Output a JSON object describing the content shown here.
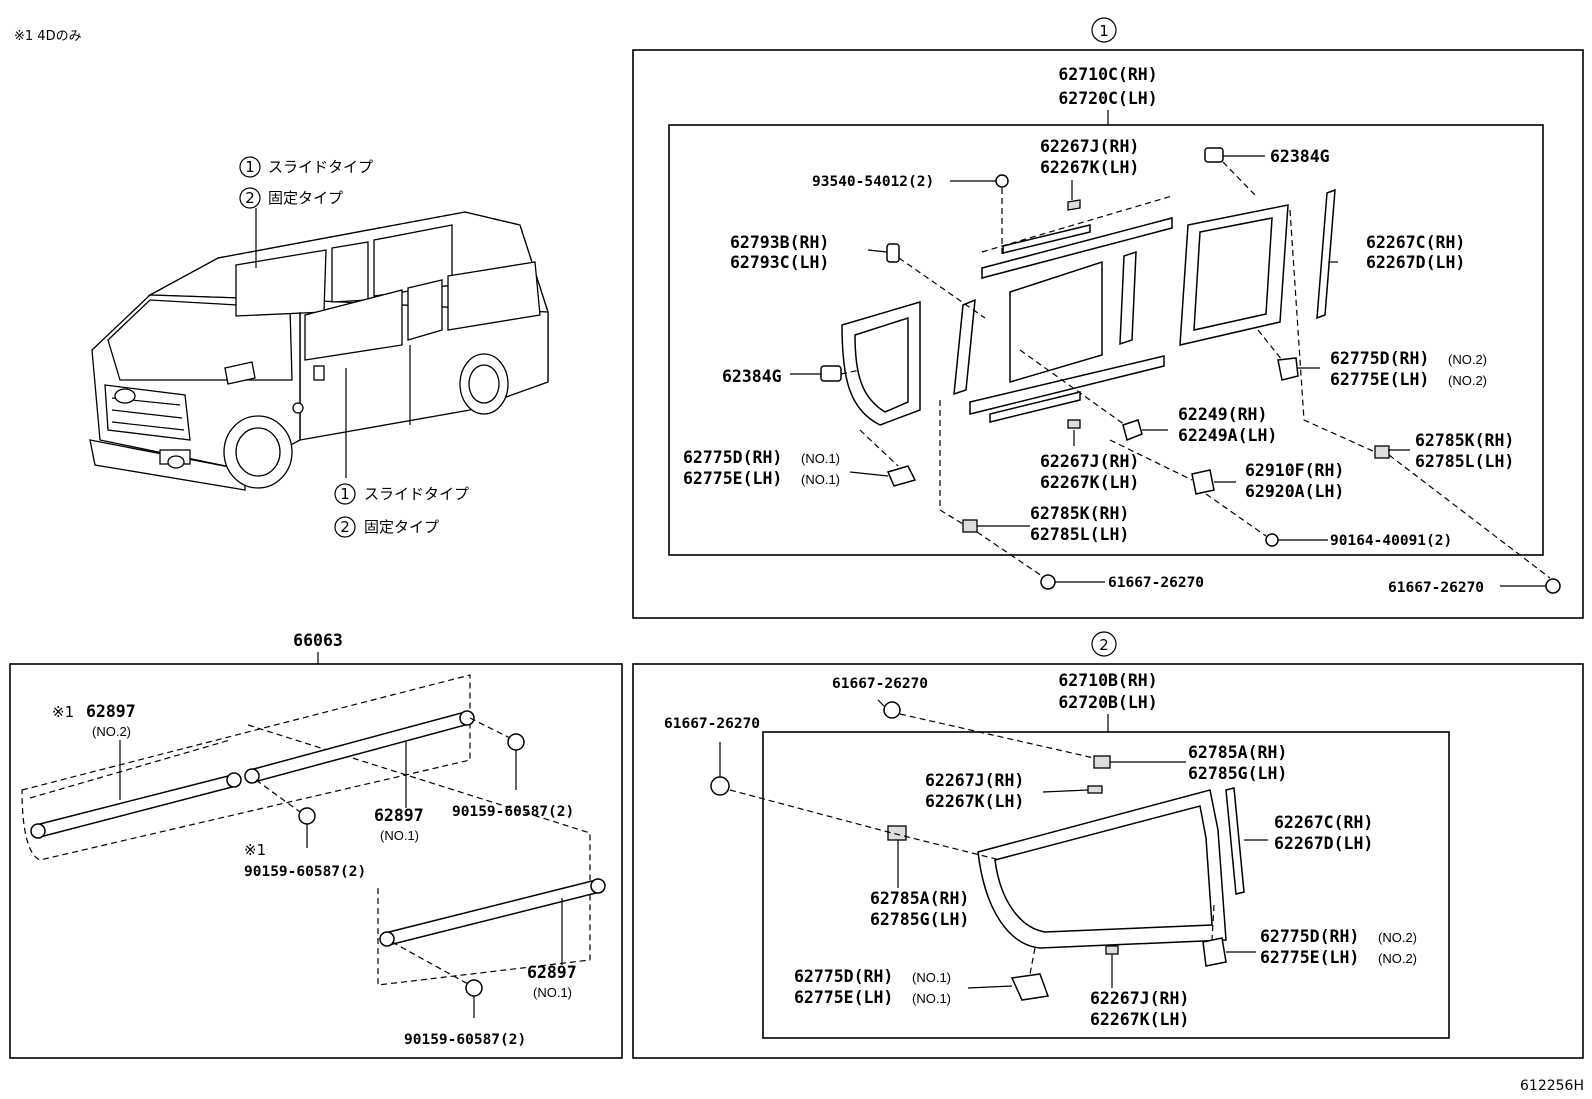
{
  "note_top": "※1 4Dのみ",
  "diagram_id": "612256H",
  "overview": {
    "legend_1_num": "1",
    "legend_1_text": "スライドタイプ",
    "legend_2_num": "2",
    "legend_2_text": "固定タイプ",
    "legend_1b_num": "1",
    "legend_1b_text": "スライドタイプ",
    "legend_2b_num": "2",
    "legend_2b_text": "固定タイプ"
  },
  "sec1": {
    "marker": "1",
    "main_rh": "62710C(RH)",
    "main_lh": "62720C(LH)",
    "p_62267j_rh": "62267J(RH)",
    "p_62267k_lh": "62267K(LH)",
    "p_62384g_top": "62384G",
    "p_93540": "93540-54012(2)",
    "p_62793b": "62793B(RH)",
    "p_62793c": "62793C(LH)",
    "p_62267c": "62267C(RH)",
    "p_62267d": "62267D(LH)",
    "p_62384g_left": "62384G",
    "p_62775d_no2": "62775D(RH)",
    "p_62775d_no2_sfx": "(NO.2)",
    "p_62775e_no2": "62775E(LH)",
    "p_62775e_no2_sfx": "(NO.2)",
    "p_62249": "62249(RH)",
    "p_62249a": "62249A(LH)",
    "p_62785k_right": "62785K(RH)",
    "p_62785l_right": "62785L(LH)",
    "p_62775d_no1": "62775D(RH)",
    "p_62775d_no1_sfx": "(NO.1)",
    "p_62775e_no1": "62775E(LH)",
    "p_62775e_no1_sfx": "(NO.1)",
    "p_62267j_mid": "62267J(RH)",
    "p_62267k_mid": "62267K(LH)",
    "p_62910f": "62910F(RH)",
    "p_62920a": "62920A(LH)",
    "p_62785k_mid": "62785K(RH)",
    "p_62785l_mid": "62785L(LH)",
    "p_90164": "90164-40091(2)",
    "p_61667_a": "61667-26270",
    "p_61667_b": "61667-26270"
  },
  "sec3": {
    "main": "66063",
    "p_62897_top_prefix": "※1",
    "p_62897_top": "62897",
    "p_62897_top_sfx": "(NO.2)",
    "p_62897_mid": "62897",
    "p_62897_mid_sfx": "(NO.1)",
    "p_90159_right": "90159-60587(2)",
    "p_note1": "※1",
    "p_90159_mid": "90159-60587(2)",
    "p_62897_low": "62897",
    "p_62897_low_sfx": "(NO.1)",
    "p_90159_low": "90159-60587(2)"
  },
  "sec2": {
    "marker": "2",
    "main_rh": "62710B(RH)",
    "main_lh": "62720B(LH)",
    "p_61667_top": "61667-26270",
    "p_61667_left": "61667-26270",
    "p_62785a_top": "62785A(RH)",
    "p_62785g_top": "62785G(LH)",
    "p_62267j_top": "62267J(RH)",
    "p_62267k_top": "62267K(LH)",
    "p_62267c": "62267C(RH)",
    "p_62267d": "62267D(LH)",
    "p_62785a_left": "62785A(RH)",
    "p_62785g_left": "62785G(LH)",
    "p_62775d_no2": "62775D(RH)",
    "p_62775d_no2_sfx": "(NO.2)",
    "p_62775e_no2": "62775E(LH)",
    "p_62775e_no2_sfx": "(NO.2)",
    "p_62775d_no1": "62775D(RH)",
    "p_62775d_no1_sfx": "(NO.1)",
    "p_62775e_no1": "62775E(LH)",
    "p_62775e_no1_sfx": "(NO.1)",
    "p_62267j_bot": "62267J(RH)",
    "p_62267k_bot": "62267K(LH)"
  }
}
